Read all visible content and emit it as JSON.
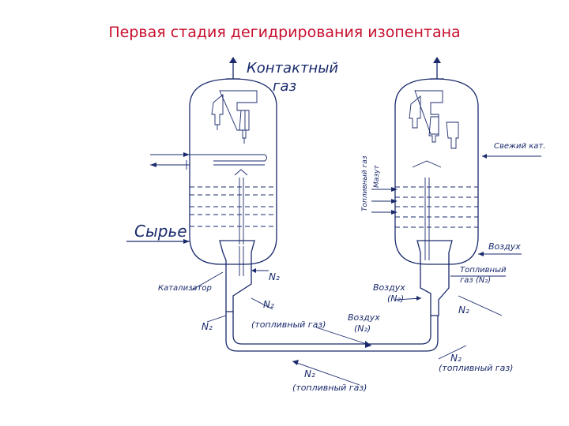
{
  "title": "Первая стадия дегидрирования изопентана",
  "labels": {
    "contact_gas_line1": "Контактный",
    "contact_gas_line2": "газ",
    "raw": "Сырье",
    "catalyst": "Катализатор",
    "n2_left_1": "N₂",
    "n2_left_2": "N₂",
    "n2_left_3": "N₂",
    "fuel_gas_left": "(топливный газ)",
    "air_n2_mid": "Воздух",
    "air_n2_mid_sub": "(N₂)",
    "air_n2_low": "Воздух",
    "air_n2_low_sub": "(N₂)",
    "n2_bottom": "N₂",
    "fuel_gas_bottom": "(топливный газ)",
    "fresh_cat": "Свежий кат.",
    "air_right": "Воздух",
    "fuel_gas_right_line1": "Топливный",
    "fuel_gas_right_line2": "газ (N₂)",
    "n2_right_1": "N₂",
    "n2_right_2": "N₂",
    "fuel_gas_right_low": "(топливный газ)",
    "vertical_1": "Топливный газ",
    "vertical_2": "Мазут"
  },
  "colors": {
    "title": "#c8102e",
    "ink": "#1a2a6c"
  }
}
